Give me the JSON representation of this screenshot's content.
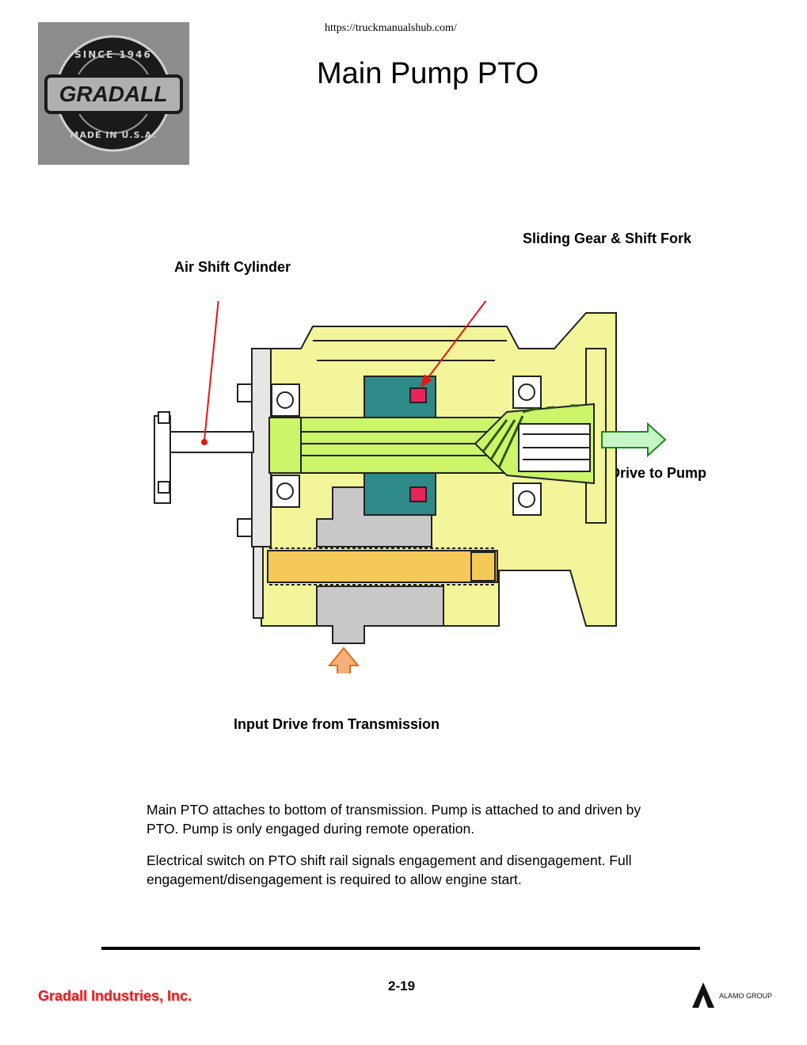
{
  "header": {
    "url": "https://truckmanualshub.com/",
    "title": "Main Pump PTO",
    "logo": {
      "brand": "GRADALL",
      "ring_top": "SINCE 1946",
      "ring_bottom": "MADE IN U.S.A."
    }
  },
  "diagram": {
    "labels": {
      "sliding_gear": "Sliding Gear & Shift Fork",
      "air_shift": "Air Shift Cylinder",
      "drive_to_pump": "Drive to Pump",
      "input_drive": "Input Drive from Transmission"
    },
    "colors": {
      "housing": "#f3f59a",
      "shaft": "#ccf56a",
      "sliding_gear": "#2e8a88",
      "fork_pad": "#e8245a",
      "input_gear": "#c8c8c8",
      "counter_shaft": "#f5c85a",
      "pointer": "#e01818",
      "drive_arrow": "#c8f5c8",
      "input_arrow": "#f5b07a"
    }
  },
  "body": {
    "paragraph_1": "Main PTO attaches to bottom of transmission. Pump is attached to and driven by PTO. Pump is only engaged during remote operation.",
    "paragraph_2": "Electrical switch on PTO shift rail signals engagement and disengagement. Full engagement/disengagement is required to allow engine start."
  },
  "footer": {
    "page_number": "2-19",
    "company": "Gradall Industries, Inc.",
    "alamo_logo": "ALAMO GROUP"
  }
}
